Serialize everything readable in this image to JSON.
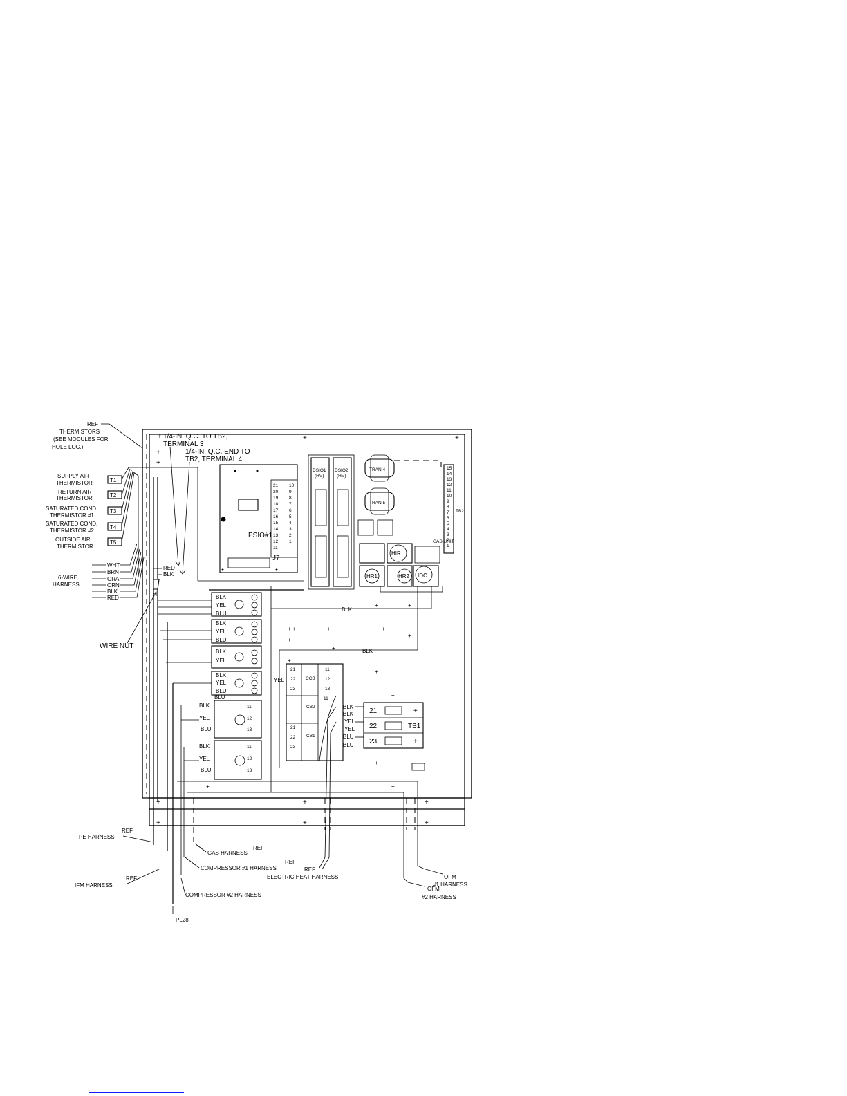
{
  "callouts": {
    "ref_thermistors": [
      "REF",
      "THERMISTORS",
      "(SEE MODULES FOR",
      "HOLE LOC.)"
    ],
    "qc_tb2_terminal3": [
      "1/4-IN. Q.C. TO TB2,",
      "TERMINAL 3"
    ],
    "qc_tb2_terminal4": [
      "1/4-IN. Q.C. END TO",
      "TB2, TERMINAL 4"
    ],
    "wire_nut": "WIRE NUT",
    "six_wire_harness": [
      "6-WIRE",
      "HARNESS"
    ]
  },
  "thermistors": [
    {
      "label": [
        "SUPPLY AIR",
        "THERMISTOR"
      ],
      "tag": "T1"
    },
    {
      "label": [
        "RETURN AIR",
        "THERMISTOR"
      ],
      "tag": "T2"
    },
    {
      "label": [
        "SATURATED COND.",
        "THERMISTOR #1"
      ],
      "tag": "T3"
    },
    {
      "label": [
        "SATURATED COND.",
        "THERMISTOR #2"
      ],
      "tag": "T4"
    },
    {
      "label": [
        "OUTSIDE AIR",
        "THERMISTOR"
      ],
      "tag": "T5"
    }
  ],
  "harness_wires": [
    "WHT",
    "BRN",
    "GRA",
    "ORN",
    "BLK",
    "RED"
  ],
  "red_blk_leads": [
    "RED",
    "BLK"
  ],
  "psio": {
    "label": "PSIO#1",
    "connector": "J7",
    "pins": [
      "21",
      "20",
      "19",
      "18",
      "17",
      "16",
      "15",
      "14",
      "13",
      "12",
      "11",
      "10",
      "9",
      "8",
      "7",
      "6",
      "5",
      "4",
      "3",
      "2",
      "1"
    ]
  },
  "dsio": [
    {
      "name": "DSIO1",
      "sub": "(HV)"
    },
    {
      "name": "DSIO2",
      "sub": "(HV)"
    }
  ],
  "transformers": [
    "TRAN 4",
    "TRAN 5"
  ],
  "tb2": {
    "label": "TB2",
    "terminals": [
      "1",
      "2",
      "3",
      "4",
      "5",
      "6",
      "7",
      "8",
      "9",
      "10",
      "11",
      "12",
      "13",
      "14",
      "15"
    ]
  },
  "relays": [
    "HIR",
    "HR1",
    "HR2",
    "IDC"
  ],
  "gas_unit": "GAS UNIT",
  "contactor_wires": [
    "BLK",
    "YEL",
    "BLU"
  ],
  "terminal_numbers": [
    "21",
    "22",
    "23",
    "11",
    "12",
    "13"
  ],
  "breakers": [
    "CCB",
    "CB2",
    "CB1"
  ],
  "tb1": {
    "label": "TB1",
    "rows": [
      {
        "num": "21",
        "wires": "BLK"
      },
      {
        "num": "22",
        "wires": "YEL"
      },
      {
        "num": "23",
        "wires": "BLU"
      }
    ]
  },
  "blk_wires": [
    "BLK",
    "BLK"
  ],
  "yel_label": "YEL",
  "harnesses": {
    "pe": "PE HARNESS",
    "ifm": "IFM HARNESS",
    "pl28": "PL28",
    "gas": "GAS HARNESS",
    "comp1": "COMPRESSOR #1 HARNESS",
    "comp2": "COMPRESSOR #2 HARNESS",
    "electric_heat": "ELECTRIC HEAT HARNESS",
    "ofm1": [
      "OFM",
      "#1 HARNESS"
    ],
    "ofm2": [
      "OFM",
      "#2 HARNESS"
    ],
    "ref": "REF"
  }
}
